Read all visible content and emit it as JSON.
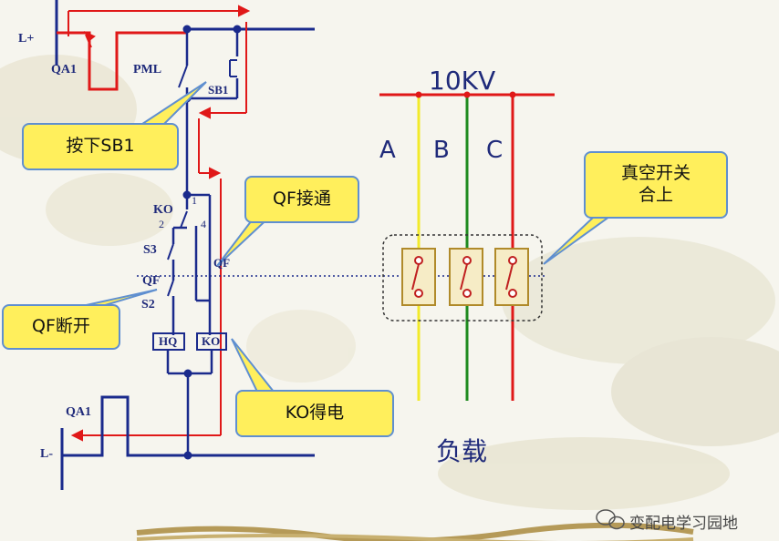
{
  "diagram": {
    "left_circuit": {
      "l_plus": "L+",
      "l_minus": "L-",
      "qa1_top": "QA1",
      "qa1_bottom": "QA1",
      "pml": "PML",
      "sb1": "SB1",
      "ko": "KO",
      "pin1": "1",
      "pin2": "2",
      "pin4": "4",
      "s3": "S3",
      "qf": "QF",
      "qf_right": "QF",
      "s2": "S2",
      "hq_box": "HQ",
      "ko_box": "KO"
    },
    "callouts": {
      "press_sb1": "按下SB1",
      "qf_connect": "QF接通",
      "qf_open": "QF断开",
      "ko_energized": "KO得电",
      "vacuum_switch_line1": "真空开关",
      "vacuum_switch_line2": "合上"
    },
    "right_circuit": {
      "voltage": "10KV",
      "phase_a": "A",
      "phase_b": "B",
      "phase_c": "C",
      "load": "负载",
      "phase_colors": {
        "a": "#f2ea2a",
        "b": "#1f8a1f",
        "c": "#e01818"
      }
    },
    "watermark": "变配电学习园地"
  }
}
